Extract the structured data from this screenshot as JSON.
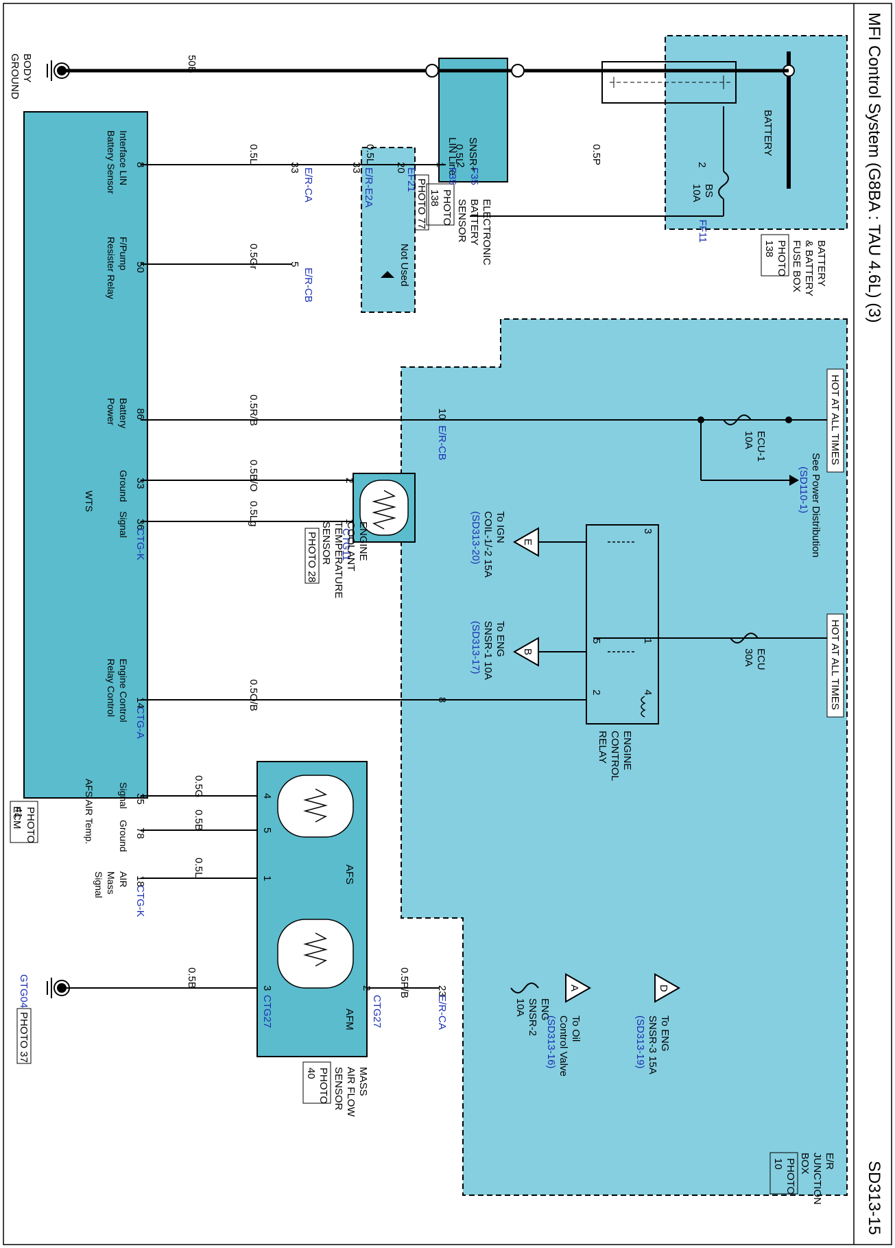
{
  "header": {
    "title": "MFI Control System (G8BA : TAU 4.6L) (3)",
    "page_id": "SD313-15"
  },
  "components": {
    "battery": "BATTERY",
    "battery_fuse_box": [
      "BATTERY",
      "& BATTERY",
      "FUSE BOX"
    ],
    "battery_fuse_box_photo": [
      "PHOTO",
      "138"
    ],
    "fuse_bs": [
      "BS",
      "10A"
    ],
    "elec_battery_sensor": [
      "ELECTRONIC",
      "BATTERY",
      "SENSOR"
    ],
    "elec_battery_sensor_photo": [
      "PHOTO",
      "138"
    ],
    "sensor_pin_snsr": "SNSR+",
    "sensor_pin_lin": "LIN Line",
    "body_ground": [
      "BODY",
      "GROUND"
    ],
    "not_used": "Not Used",
    "hot_at_all_times_1": "HOT AT ALL TIMES",
    "hot_at_all_times_2": "HOT AT ALL TIMES",
    "see_power": [
      "See Power Distribution",
      "(SD110-1)"
    ],
    "fuse_ecu1": [
      "ECU-1",
      "10A"
    ],
    "fuse_ecu": [
      "ECU",
      "30A"
    ],
    "fuse_eng_snsr2": [
      "ENG",
      "SNSR-2",
      "10A"
    ],
    "engine_control_relay": [
      "ENGINE",
      "CONTROL",
      "RELAY"
    ],
    "ect_sensor": [
      "ENGINE",
      "COOLANT",
      "TEMPERATURE",
      "SENSOR"
    ],
    "ect_photo": "PHOTO 28",
    "maf_sensor": [
      "MASS",
      "AIR FLOW",
      "SENSOR"
    ],
    "maf_photo": [
      "PHOTO",
      "40"
    ],
    "afs_label": "AFS",
    "afm_label": "AFM",
    "ecm_label": "ECM",
    "ecm_photo": [
      "PHOTO",
      "41"
    ],
    "er_junction_box": [
      "E/R",
      "JUNCTION",
      "BOX"
    ],
    "er_junction_photo": [
      "PHOTO",
      "10"
    ],
    "photo_77": "PHOTO 77",
    "photo_37": "PHOTO 37",
    "gtg04": "GTG04"
  },
  "ecm_pins": {
    "p8": [
      "Interface LIN",
      "Battery Sensor"
    ],
    "p50": [
      "F/Pump",
      "Resister Relay"
    ],
    "p86": [
      "Battery",
      "Power"
    ],
    "wts_ground": "Ground",
    "wts_signal": "Signal",
    "wts": "WTS",
    "p14": [
      "Engine Control",
      "Relay Control"
    ],
    "afs_signal": "Signal",
    "afs_ground": "Ground",
    "afs_air_temp": "AFS AIR Temp.",
    "p18": [
      "AIR",
      "Mass",
      "Signal"
    ]
  },
  "wires": {
    "w50b": "50B",
    "w05p": "0.5P",
    "w05l_a": "0.5L",
    "w05l_b": "0.5L",
    "w05l_c": "0.5L",
    "w05gr": "0.5Gr",
    "w05rb": "0.5R/B",
    "w05bo": "0.5B/O",
    "w05lg": "0.5Lg",
    "w05ob": "0.5O/B",
    "w05g": "0.5G",
    "w05b_a": "0.5B",
    "w05l_d": "0.5L",
    "w05pb": "0.5P/B",
    "w05b_b": "0.5B"
  },
  "connectors": {
    "ff11": "FF11",
    "f35_a": "F35",
    "f35_b": "F35",
    "ef21": "EF21",
    "er_e2a": "E/R-E2A",
    "er_ca_1": "E/R-CA",
    "er_cb_1": "E/R-CB",
    "er_cb_2": "E/R-CB",
    "ctg_k_1": "CTG-K",
    "ctg11": "CTG11",
    "ctg_a": "CTG-A",
    "ctg_k_2": "CTG-K",
    "ctg27_a": "CTG27",
    "ctg27_b": "CTG27",
    "er_ca_2": "E/R-CA"
  },
  "pins": {
    "p_bat2": "2",
    "p_sn2": "2",
    "p_sn1": "1",
    "p_ef20": "20",
    "p_e33a": "33",
    "p_e33b": "33",
    "p_ecm8": "8",
    "p_cb5": "5",
    "p_ecm50": "50",
    "p_cb10": "10",
    "p_ecm86": "86",
    "p_ect2": "2",
    "p_ect1": "1",
    "p_ecm33": "33",
    "p_ecm36": "36",
    "p_r3": "3",
    "p_r1": "1",
    "p_r4": "4",
    "p_r5": "5",
    "p_r2": "2",
    "p_j8": "8",
    "p_ecm14": "14",
    "p_maf4": "4",
    "p_maf5": "5",
    "p_maf1": "1",
    "p_maf3": "3",
    "p_maf2": "2",
    "p_j23": "23",
    "p_ecm35": "35",
    "p_ecm78": "78",
    "p_ecm18": "18"
  },
  "references": {
    "e": [
      "To IGN",
      "COIL-1/-2 15A",
      "(SD313-20)"
    ],
    "b": [
      "To ENG",
      "SNSR-1 10A",
      "(SD313-17)"
    ],
    "a": [
      "To Oil",
      "Control Valve",
      "(SD313-16)"
    ],
    "d": [
      "To ENG",
      "SNSR-3 15A",
      "(SD313-19)"
    ],
    "e_letter": "E",
    "b_letter": "B",
    "a_letter": "A",
    "d_letter": "D"
  },
  "colors": {
    "component_fill": "#5bbccd",
    "box_fill": "#86cfe1",
    "wire": "#000000",
    "connector_text": "#1a2fb0"
  }
}
